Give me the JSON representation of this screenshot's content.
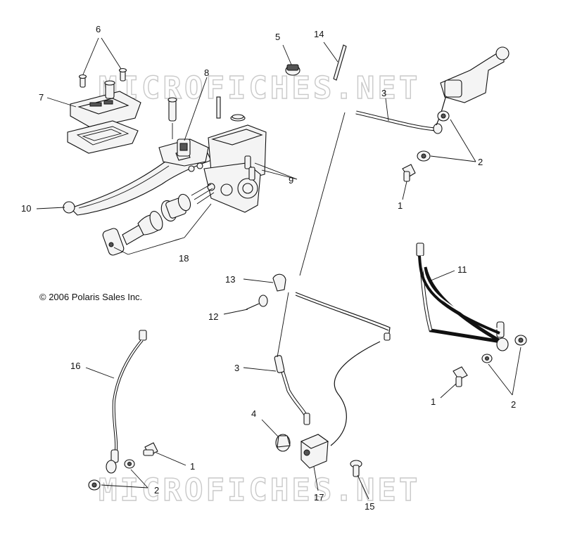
{
  "copyright": "© 2006 Polaris Sales Inc.",
  "watermark": "MICROFICHES.NET",
  "callouts": {
    "c6": "6",
    "c5": "5",
    "c14": "14",
    "c8": "8",
    "c7": "7",
    "c3a": "3",
    "c2a": "2",
    "c1a": "1",
    "c9": "9",
    "c10": "10",
    "c18": "18",
    "c13": "13",
    "c12": "12",
    "c11": "11",
    "c16": "16",
    "c3b": "3",
    "c1b": "1",
    "c2b": "2",
    "c4": "4",
    "c1c": "1",
    "c2c": "2",
    "c17": "17",
    "c15": "15"
  }
}
